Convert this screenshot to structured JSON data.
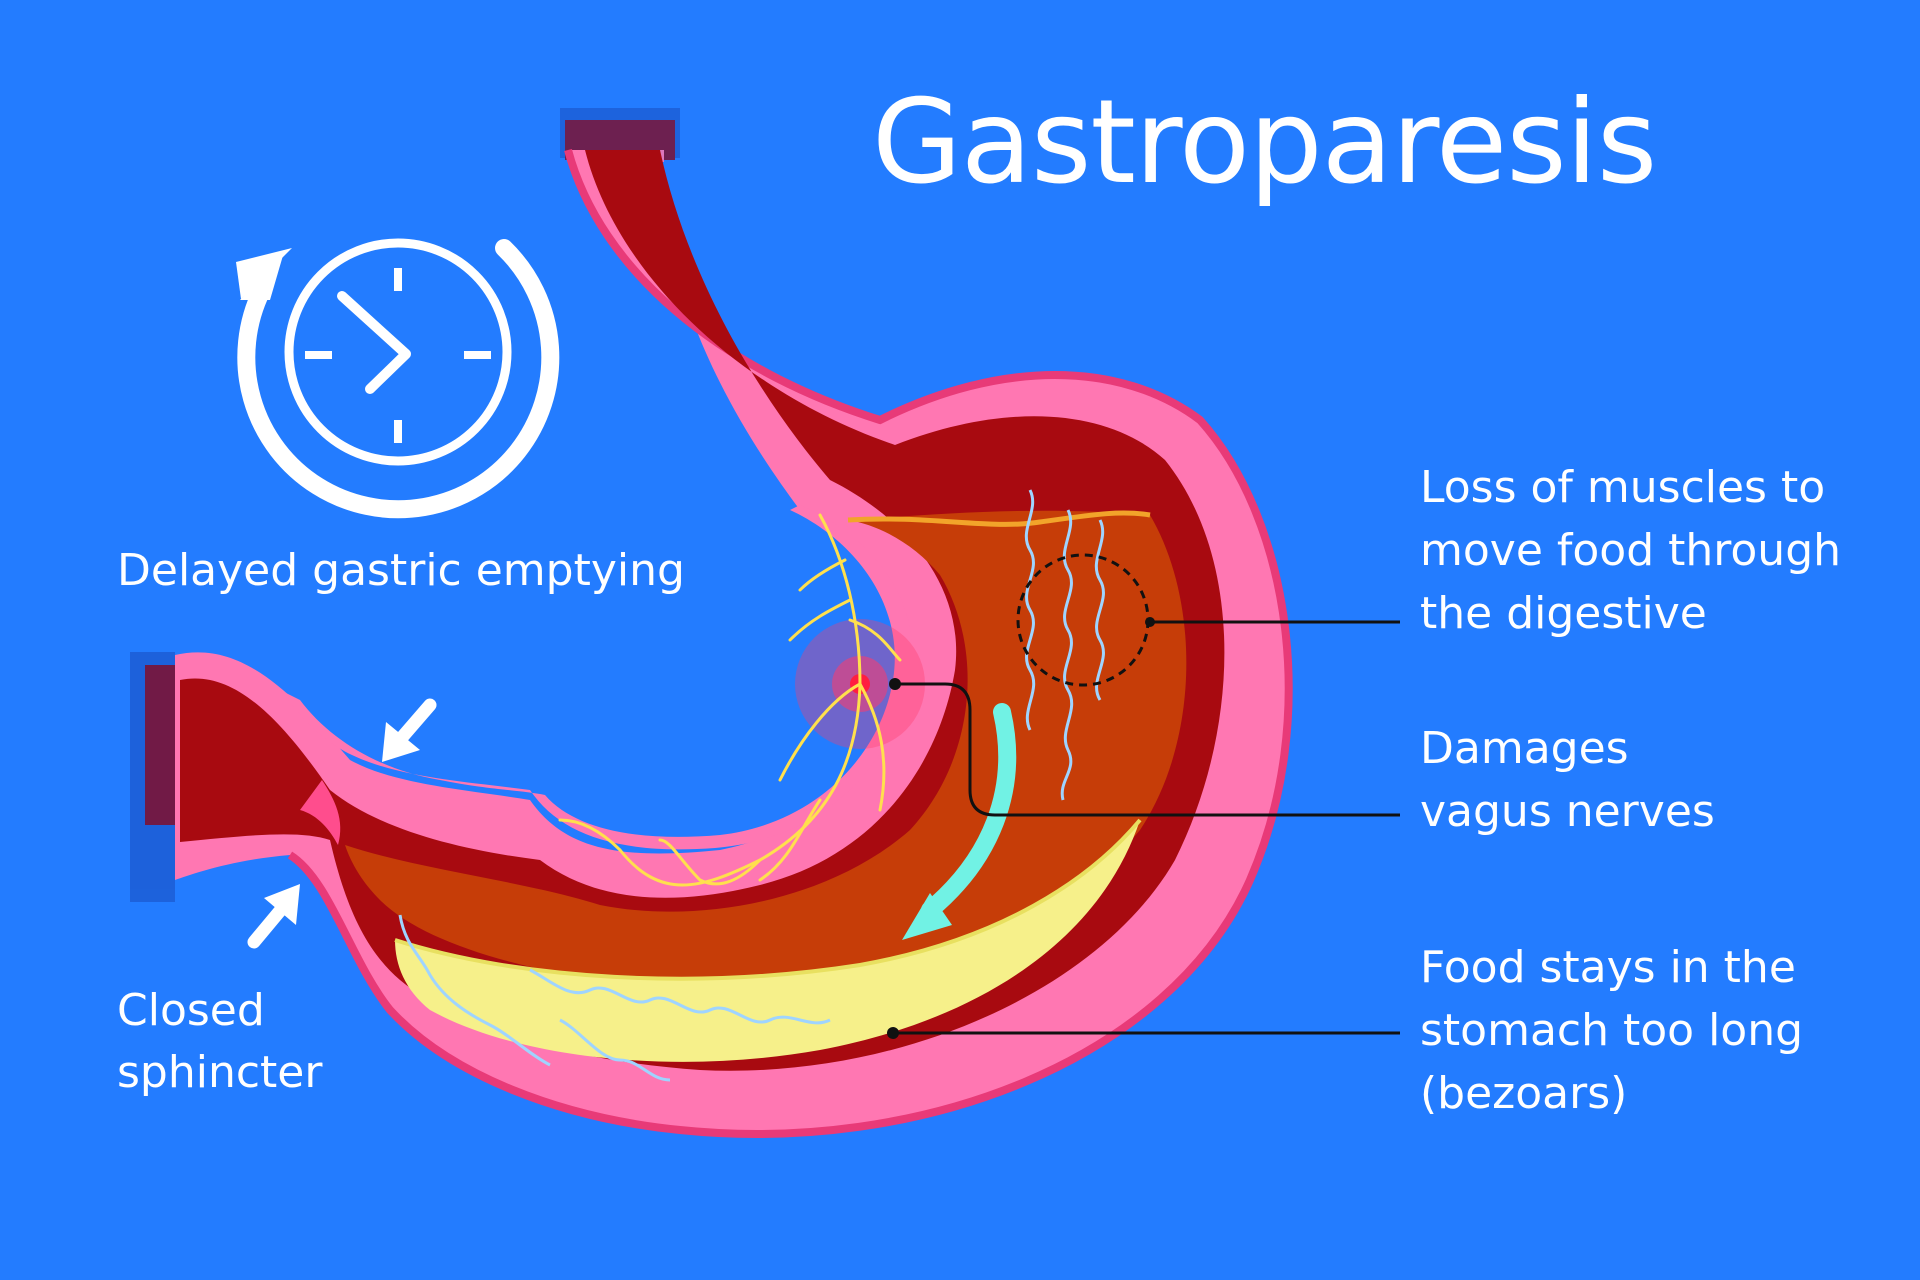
{
  "title": "Gastroparesis",
  "labels": {
    "delayed": "Delayed gastric emptying",
    "sphincter": [
      "Closed",
      "sphincter"
    ],
    "muscles": [
      "Loss of muscles to",
      "move food through",
      "the digestive"
    ],
    "vagus": [
      "Damages",
      "vagus nerves"
    ],
    "food": [
      "Food stays in the",
      "stomach too long",
      "(bezoars)"
    ]
  },
  "icons": [
    "clock-icon",
    "circular-arrow-icon",
    "arrow-down-left-icon",
    "arrow-up-right-icon",
    "flow-arrow-icon",
    "magnifier-circle-icon"
  ],
  "colors": {
    "background": "#237cff",
    "stomach_wall": "#ff77b2",
    "stomach_wall_dark": "#e83a78",
    "lumen": "#a80a10",
    "gastric_content": "#c63d08",
    "food": "#f6f08a",
    "nerves": "#ffe04d",
    "flow_arrow": "#71f2e4",
    "text": "#ffffff",
    "leader_line": "#111111"
  }
}
